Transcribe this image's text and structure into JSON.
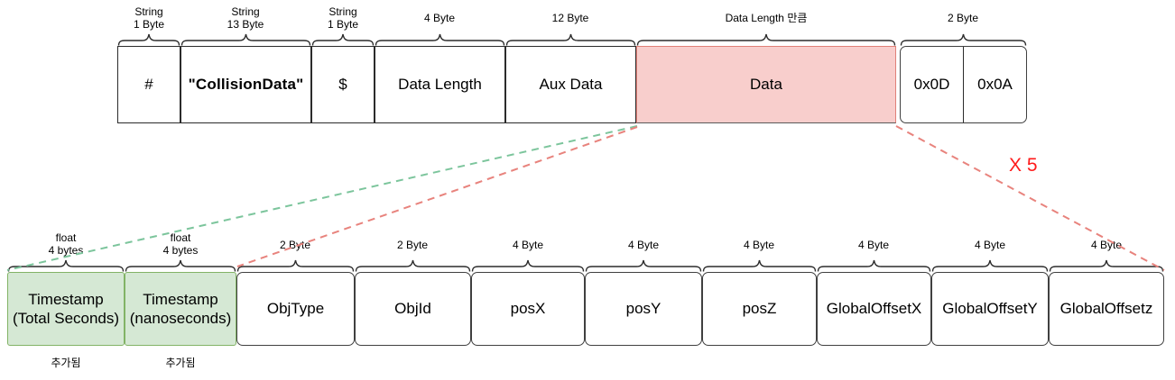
{
  "colors": {
    "box_border": "#2b2b2b",
    "data_field_fill": "#f8cecc",
    "data_field_border": "#e08078",
    "added_field_fill": "#d5e8d4",
    "added_field_border": "#82b366",
    "green_dash": "#7cc59c",
    "red_dash": "#e8837d",
    "repeat_label_color": "#ff1a1a"
  },
  "packet": {
    "fields": [
      {
        "name": "#",
        "size": "String\n1 Byte"
      },
      {
        "name": "\"CollisionData\"",
        "size": "String\n13 Byte"
      },
      {
        "name": "$",
        "size": "String\n1 Byte"
      },
      {
        "name": "Data Length",
        "size": "4 Byte"
      },
      {
        "name": "Aux Data",
        "size": "12 Byte"
      },
      {
        "name": "Data",
        "size": "Data Length 만큼"
      },
      {
        "name": "0x0D",
        "size": "2 Byte"
      },
      {
        "name": "0x0A"
      }
    ]
  },
  "data_record": {
    "fields": [
      {
        "name": "Timestamp\n(Total Seconds)",
        "size": "float\n4 bytes",
        "note": "추가됨"
      },
      {
        "name": "Timestamp\n(nanoseconds)",
        "size": "float\n4 bytes",
        "note": "추가됨"
      },
      {
        "name": "ObjType",
        "size": "2 Byte"
      },
      {
        "name": "ObjId",
        "size": "2 Byte"
      },
      {
        "name": "posX",
        "size": "4 Byte"
      },
      {
        "name": "posY",
        "size": "4 Byte"
      },
      {
        "name": "posZ",
        "size": "4 Byte"
      },
      {
        "name": "GlobalOffsetX",
        "size": "4 Byte"
      },
      {
        "name": "GlobalOffsetY",
        "size": "4 Byte"
      },
      {
        "name": "GlobalOffsetz",
        "size": "4 Byte"
      }
    ]
  },
  "annotations": {
    "repeat_label": "X 5"
  }
}
